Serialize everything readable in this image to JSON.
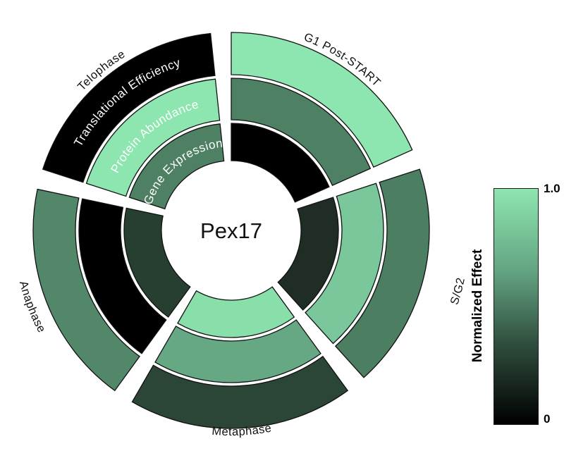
{
  "chart_data": {
    "type": "heatmap",
    "subtype": "circular_ring_heatmap",
    "center_label": "Pex17",
    "rings": [
      "Gene Expression",
      "Protein Abundance",
      "Translational Efficiency"
    ],
    "ring_order": "inner_to_outer",
    "ring_label_color": "#ffffff",
    "sector_label_color": "#111111",
    "sectors": [
      {
        "name": "G1 Post-START",
        "center_angle_deg": 57,
        "values": [
          0.0,
          0.55,
          1.0
        ],
        "colors": [
          "#000000",
          "#4E8063",
          "#8DE5AF"
        ]
      },
      {
        "name": "S/G2",
        "center_angle_deg": -15,
        "values": [
          0.1,
          0.78,
          0.55
        ],
        "colors": [
          "#1F2D25",
          "#79C79A",
          "#4C7E62"
        ]
      },
      {
        "name": "Metaphase",
        "center_angle_deg": -87,
        "values": [
          0.95,
          0.67,
          0.26
        ],
        "colors": [
          "#89DFA9",
          "#66A884",
          "#2B4537"
        ]
      },
      {
        "name": "Anaphase",
        "center_angle_deg": -159,
        "values": [
          0.26,
          0.0,
          0.57
        ],
        "colors": [
          "#273F31",
          "#000000",
          "#52876A"
        ]
      },
      {
        "name": "Telophase",
        "center_angle_deg": 129,
        "values": [
          0.55,
          1.0,
          0.0
        ],
        "colors": [
          "#4E8063",
          "#8DE5AF",
          "#000000"
        ]
      }
    ],
    "colorbar": {
      "title": "Normalized Effect",
      "max_label": "1.0",
      "min_label": "0",
      "top_color": "#8EE6B0",
      "upper_mid_color": "#63A482",
      "lower_mid_color": "#31503F",
      "bottom_color": "#000000"
    },
    "value_range": [
      0,
      1
    ],
    "legend_position": "right"
  }
}
